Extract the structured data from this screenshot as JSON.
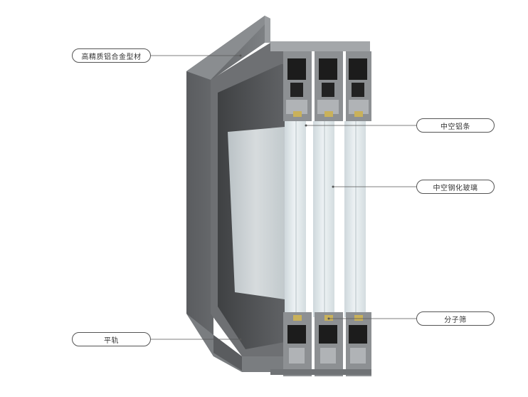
{
  "callouts": {
    "aluminum_profile": "高精质铝合金型材",
    "spacer_bar": "中空铝条",
    "tempered_glass": "中空钢化玻璃",
    "molecular_sieve": "分子筛",
    "flat_rail": "平轨"
  },
  "colors": {
    "frame_dark": "#4e5052",
    "frame_mid": "#6b6d70",
    "frame_light": "#8c8f92",
    "profile_black": "#1a1a1a",
    "spacer_gold": "#c9b15a",
    "glass": "#dfe7ea",
    "callout_line": "#555555"
  }
}
